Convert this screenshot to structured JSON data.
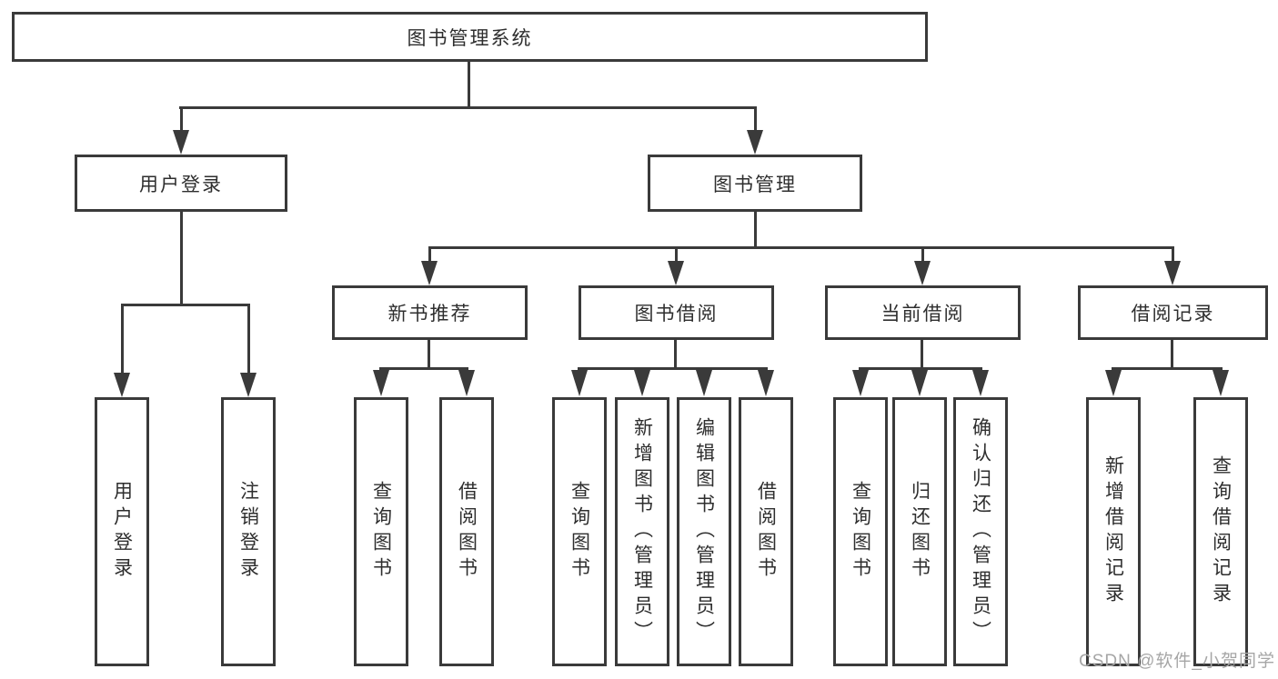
{
  "nodes": {
    "root": {
      "label": "图书管理系统"
    },
    "l2": [
      {
        "label": "用户登录"
      },
      {
        "label": "图书管理"
      }
    ],
    "l3": [
      {
        "label": "新书推荐"
      },
      {
        "label": "图书借阅"
      },
      {
        "label": "当前借阅"
      },
      {
        "label": "借阅记录"
      }
    ],
    "l4": [
      {
        "label": "用户登录"
      },
      {
        "label": "注销登录"
      },
      {
        "label": "查询图书"
      },
      {
        "label": "借阅图书"
      },
      {
        "label": "查询图书"
      },
      {
        "label": "新增图书（管理员）"
      },
      {
        "label": "编辑图书（管理员）"
      },
      {
        "label": "借阅图书"
      },
      {
        "label": "查询图书"
      },
      {
        "label": "归还图书"
      },
      {
        "label": "确认归还（管理员）"
      },
      {
        "label": "新增借阅记录"
      },
      {
        "label": "查询借阅记录"
      }
    ]
  },
  "watermark": "CSDN @软件_小贺同学",
  "colors": {
    "line": "#3a3a3a",
    "box_background": "#ffffff",
    "watermark": "#a6a6a6"
  }
}
